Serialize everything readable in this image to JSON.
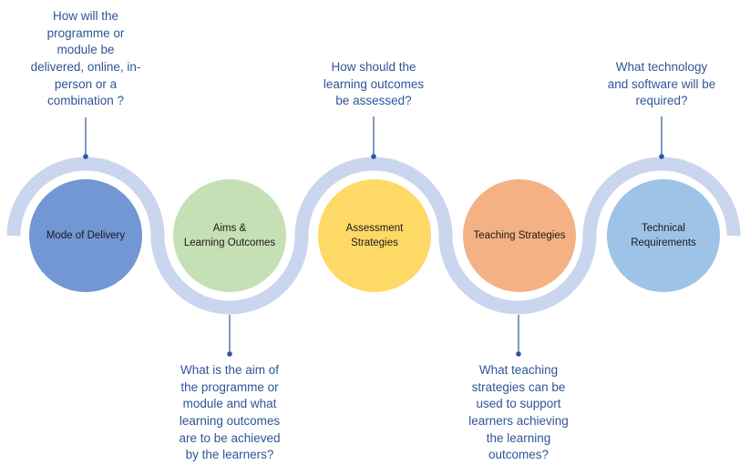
{
  "colors": {
    "track": "#c9d6ee",
    "connector": "#2f5597",
    "question_text": "#2f5597",
    "mode": "#7396d4",
    "aims": "#c5e0b4",
    "assessment": "#ffd966",
    "teaching": "#f4b183",
    "technical": "#9dc3e6"
  },
  "nodes": [
    {
      "id": "mode",
      "label": "Mode of Delivery"
    },
    {
      "id": "aims",
      "label": "Aims &\nLearning Outcomes"
    },
    {
      "id": "assessment",
      "label": "Assessment Strategies"
    },
    {
      "id": "teaching",
      "label": "Teaching Strategies"
    },
    {
      "id": "technical",
      "label": "Technical Requirements"
    }
  ],
  "questions": {
    "mode": "How will the\nprogramme or\nmodule be\ndelivered, online, in-\nperson or a\ncombination ?",
    "aims": "What is the aim of\nthe programme or\nmodule and what\nlearning outcomes\nare to be achieved\nby the learners?",
    "assessment": "How should the\nlearning outcomes\nbe assessed?",
    "teaching": "What teaching\nstrategies can be\nused to support\nlearners achieving\nthe learning\noutcomes?",
    "technical": "What technology\nand software will be\nrequired?"
  }
}
